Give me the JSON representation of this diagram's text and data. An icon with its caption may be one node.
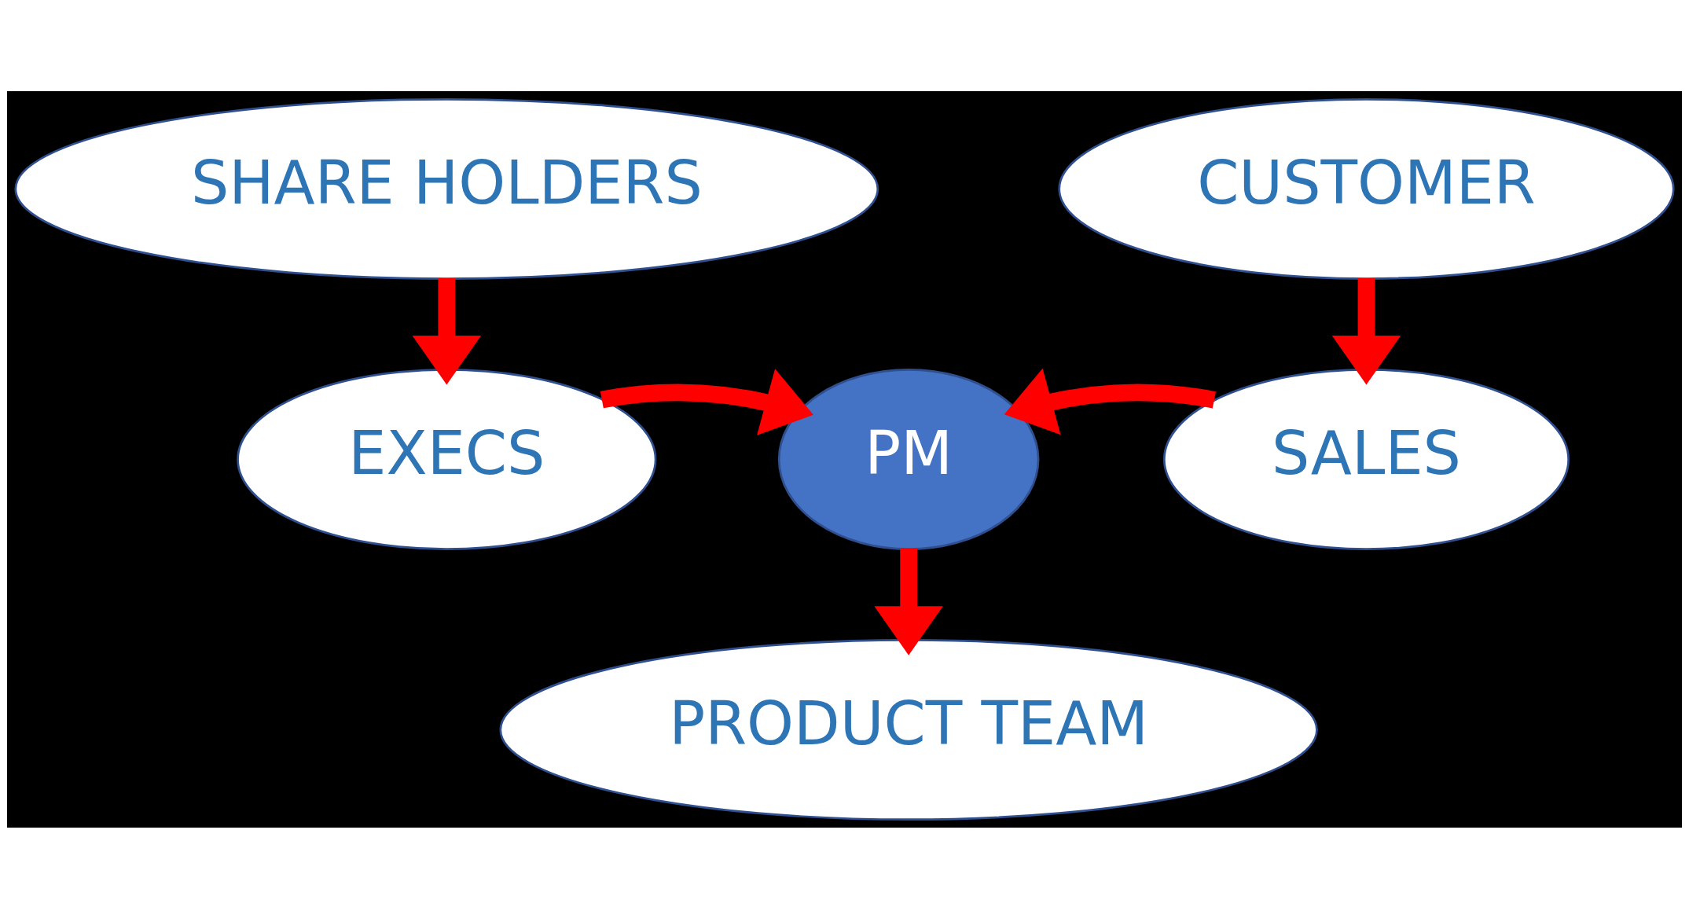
{
  "diagram": {
    "nodes": [
      {
        "text": [
          "SHARE HOLDERS"
        ]
      },
      {
        "text": [
          "CUSTOMER"
        ]
      },
      {
        "text": [
          "EXECS"
        ]
      },
      {
        "text": [
          "PM"
        ]
      },
      {
        "text": [
          "SALES"
        ]
      },
      {
        "text": [
          "PRODUCT TEAM"
        ]
      }
    ],
    "edges": [
      {
        "from": 0,
        "to": 2,
        "arrow": "to"
      },
      {
        "from": 1,
        "to": 4,
        "arrow": "to"
      },
      {
        "from": 2,
        "to": 3,
        "arrow": "to"
      },
      {
        "from": 4,
        "to": 3,
        "arrow": "to"
      },
      {
        "from": 3,
        "to": 5,
        "arrow": "to"
      }
    ]
  }
}
